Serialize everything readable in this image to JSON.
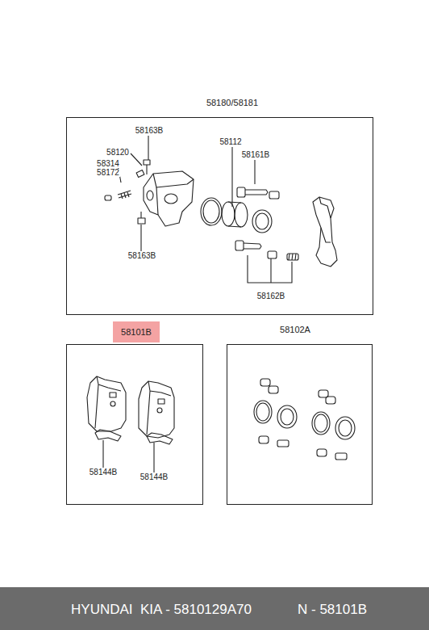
{
  "diagram": {
    "nodes": [
      {
        "text": [
          "58180/58181"
        ]
      },
      {
        "text": [
          "58101B"
        ]
      },
      {
        "text": [
          "58102A"
        ]
      },
      {
        "text": [
          "HYUNDAI  KIA - 5810129A70",
          "N - 58101B"
        ]
      }
    ],
    "labels": [
      "58163B",
      "58120",
      "58314",
      "58172",
      "58112",
      "58161B",
      "58163B",
      "58162B",
      "58144B",
      "58144B"
    ]
  }
}
